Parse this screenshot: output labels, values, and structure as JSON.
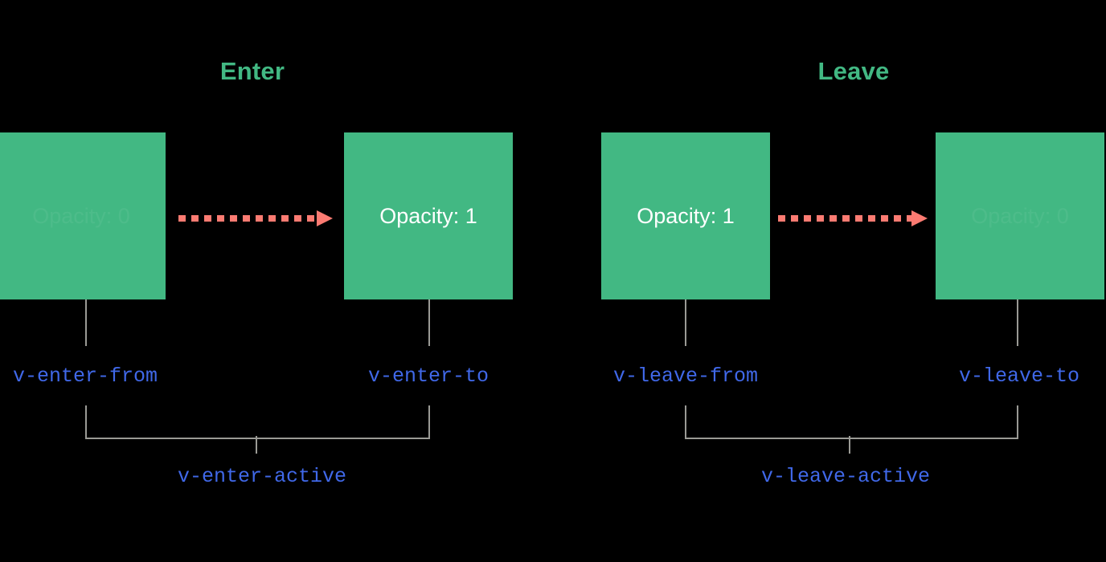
{
  "diagram": {
    "title_semantics": "vue-transition-class-lifecycle",
    "background_color": "#000000",
    "box_color": "#42b883",
    "arrow_color": "#fc7b72",
    "class_label_color": "#4068e8",
    "connector_color": "#9a9a95",
    "phases": [
      {
        "id": "enter",
        "title": "Enter",
        "from": {
          "box_text": "Opacity: 0",
          "box_text_faded": true,
          "class_label": "v-enter-from"
        },
        "to": {
          "box_text": "Opacity: 1",
          "box_text_faded": false,
          "class_label": "v-enter-to"
        },
        "active_class_label": "v-enter-active"
      },
      {
        "id": "leave",
        "title": "Leave",
        "from": {
          "box_text": "Opacity: 1",
          "box_text_faded": false,
          "class_label": "v-leave-from"
        },
        "to": {
          "box_text": "Opacity: 0",
          "box_text_faded": true,
          "class_label": "v-leave-to"
        },
        "active_class_label": "v-leave-active"
      }
    ]
  }
}
